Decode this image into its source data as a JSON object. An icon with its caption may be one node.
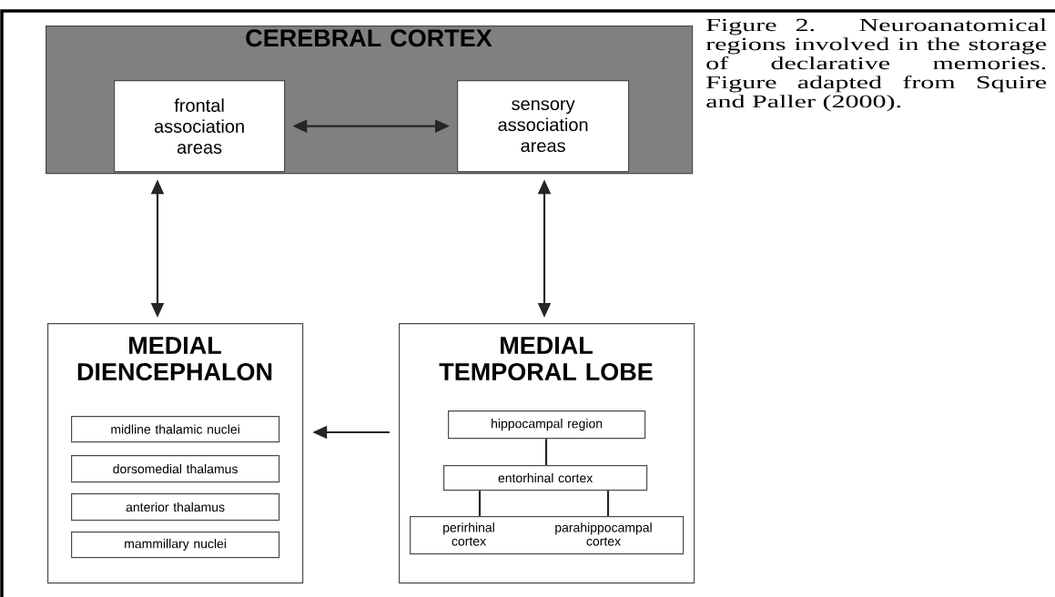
{
  "diagram": {
    "caption": "Figure 2. Neuroanatomical regions involved in the storage of declarative memories. Figure adapted from Squire and Paller (2000).",
    "nodes": [
      {
        "text": [
          "CEREBRAL CORTEX"
        ]
      },
      {
        "text": [
          "frontal association areas"
        ],
        "in": 0
      },
      {
        "text": [
          "sensory association areas"
        ],
        "in": 0
      },
      {
        "text": [
          "MEDIAL DIENCEPHALON"
        ]
      },
      {
        "text": [
          "midline thalamic nuclei"
        ],
        "in": 3
      },
      {
        "text": [
          "dorsomedial thalamus"
        ],
        "in": 3
      },
      {
        "text": [
          "anterior thalamus"
        ],
        "in": 3
      },
      {
        "text": [
          "mammillary nuclei"
        ],
        "in": 3
      },
      {
        "text": [
          "MEDIAL TEMPORAL LOBE"
        ]
      },
      {
        "text": [
          "hippocampal region"
        ],
        "in": 8
      },
      {
        "text": [
          "entorhinal cortex"
        ],
        "in": 8
      },
      {
        "text": [
          "perirhinal cortex",
          "parahippocampal cortex"
        ],
        "in": 8
      }
    ],
    "edges": [
      {
        "from": 1,
        "to": 2,
        "arrow": "both"
      },
      {
        "from": 0,
        "to": 3,
        "arrow": "both"
      },
      {
        "from": 0,
        "to": 8,
        "arrow": "both"
      },
      {
        "from": 8,
        "to": 3,
        "arrow": "to"
      },
      {
        "from": 9,
        "to": 10,
        "arrow": "none"
      },
      {
        "from": 10,
        "to": 11,
        "arrow": "none"
      },
      {
        "from": 10,
        "to": 11,
        "arrow": "none"
      }
    ]
  }
}
